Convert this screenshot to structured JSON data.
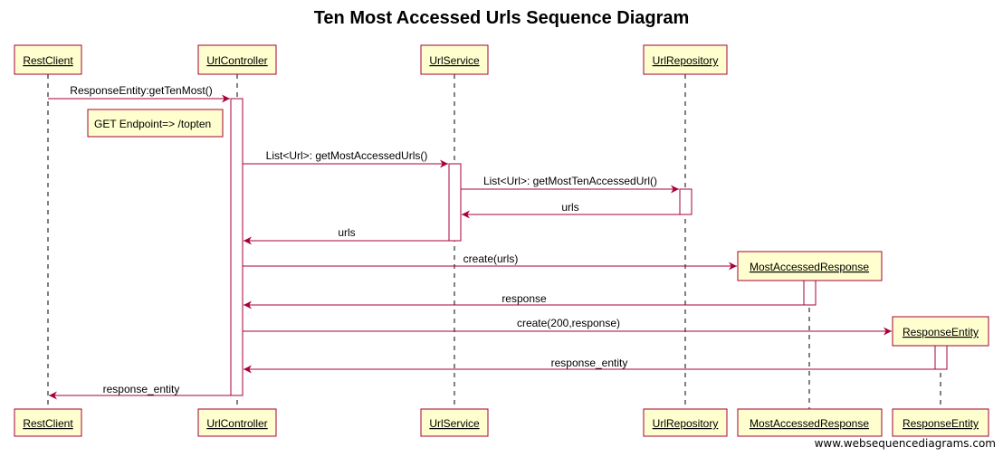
{
  "title": "Ten Most Accessed Urls Sequence Diagram",
  "watermark": "www.websequencediagrams.com",
  "colors": {
    "line": "#a80036",
    "box_fill": "#fefece",
    "box_border": "#a80036",
    "note_fill": "#fbfb77"
  },
  "participants": [
    {
      "id": "restclient",
      "label": "RestClient"
    },
    {
      "id": "urlcontroller",
      "label": "UrlController"
    },
    {
      "id": "urlservice",
      "label": "UrlService"
    },
    {
      "id": "urlrepository",
      "label": "UrlRepository"
    },
    {
      "id": "mostaccessedresponse",
      "label": "MostAccessedResponse"
    },
    {
      "id": "responseentity",
      "label": "ResponseEntity"
    }
  ],
  "note": "GET Endpoint=> /topten",
  "messages": [
    {
      "from": "restclient",
      "to": "urlcontroller",
      "label": "ResponseEntity:getTenMost()",
      "type": "call"
    },
    {
      "from": "urlcontroller",
      "to": "urlservice",
      "label": "List<Url>: getMostAccessedUrls()",
      "type": "call"
    },
    {
      "from": "urlservice",
      "to": "urlrepository",
      "label": "List<Url>: getMostTenAccessedUrl()",
      "type": "call"
    },
    {
      "from": "urlrepository",
      "to": "urlservice",
      "label": "urls",
      "type": "return"
    },
    {
      "from": "urlservice",
      "to": "urlcontroller",
      "label": "urls",
      "type": "return"
    },
    {
      "from": "urlcontroller",
      "to": "mostaccessedresponse",
      "label": "create(urls)",
      "type": "create"
    },
    {
      "from": "mostaccessedresponse",
      "to": "urlcontroller",
      "label": "response",
      "type": "return"
    },
    {
      "from": "urlcontroller",
      "to": "responseentity",
      "label": "create(200,response)",
      "type": "create"
    },
    {
      "from": "responseentity",
      "to": "urlcontroller",
      "label": "response_entity",
      "type": "return"
    },
    {
      "from": "urlcontroller",
      "to": "restclient",
      "label": "response_entity",
      "type": "return"
    }
  ]
}
